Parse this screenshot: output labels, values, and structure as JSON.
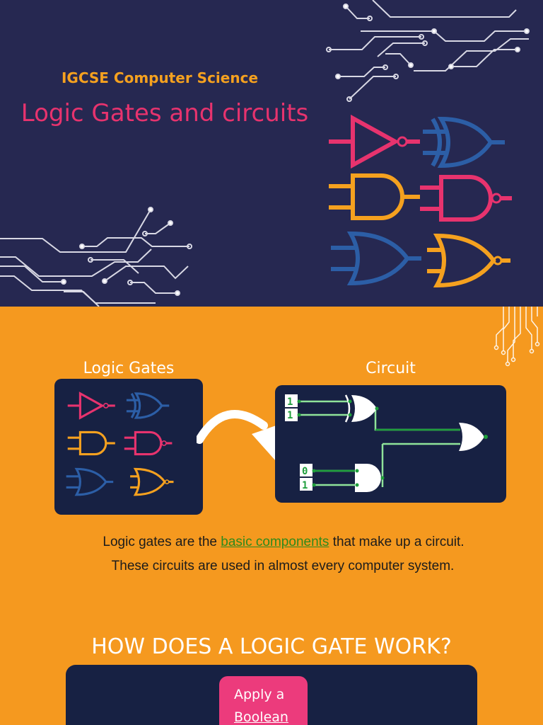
{
  "hero": {
    "subtitle": "IGCSE Computer Science",
    "title": "Logic Gates and circuits"
  },
  "section1": {
    "gates_label": "Logic Gates",
    "circuit_label": "Circuit",
    "circuit_inputs": [
      "1",
      "1",
      "0",
      "1"
    ]
  },
  "intro": {
    "line1_before": "Logic gates are the ",
    "line1_link": "basic components",
    "line1_after": " that make up a circuit.",
    "line2": "These circuits are used in almost every computer system."
  },
  "how": {
    "heading": "HOW DOES A LOGIC GATE WORK?",
    "card_line1": "Apply a",
    "card_link": "Boolean"
  },
  "colors": {
    "navy": "#262851",
    "orange": "#F5991F",
    "pink": "#E7336E",
    "blue": "#2C5EA6",
    "gold": "#F5A11F"
  },
  "icons": [
    "not-gate-icon",
    "xor-gate-icon",
    "and-gate-icon",
    "nand-gate-icon",
    "or-gate-icon",
    "xnor-gate-icon",
    "curved-arrow-icon",
    "circuit-trace-decoration"
  ]
}
